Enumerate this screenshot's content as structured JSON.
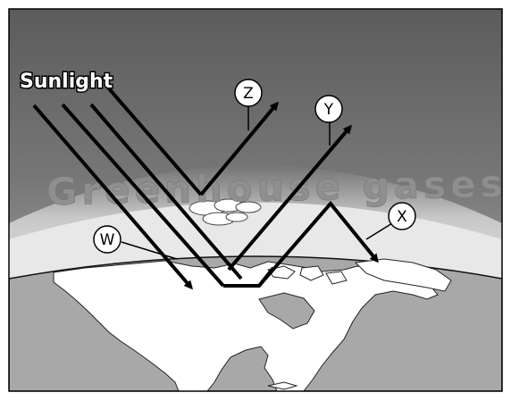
{
  "labels": {
    "sunlight": "Sunlight",
    "band": "Greenhouse gases"
  },
  "markers": {
    "w": "W",
    "x": "X",
    "y": "Y",
    "z": "Z"
  }
}
